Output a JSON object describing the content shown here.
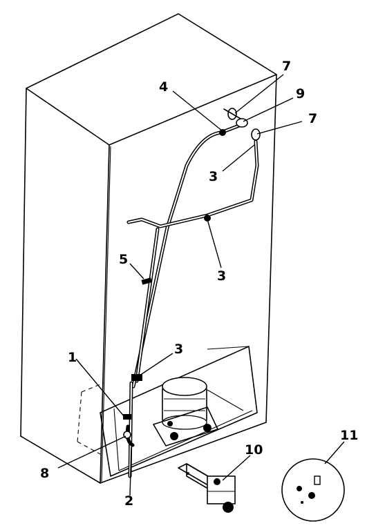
{
  "callouts": {
    "c1": "1",
    "c2": "2",
    "c3a": "3",
    "c3b": "3",
    "c3c": "3",
    "c4": "4",
    "c5": "5",
    "c7a": "7",
    "c7b": "7",
    "c8": "8",
    "c9": "9",
    "c10": "10",
    "c11": "11"
  }
}
